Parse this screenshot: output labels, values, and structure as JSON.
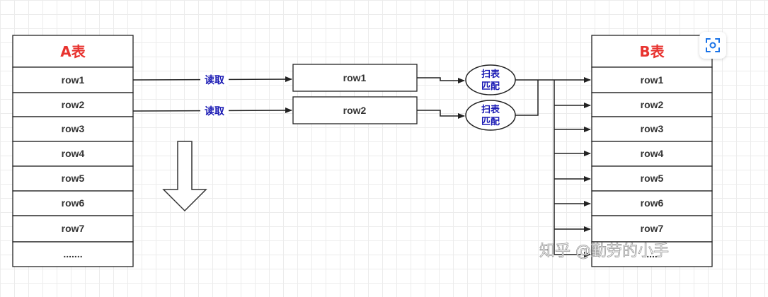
{
  "table_a": {
    "title": "A表",
    "rows": [
      "row1",
      "row2",
      "row3",
      "row4",
      "row5",
      "row6",
      "row7",
      "......."
    ]
  },
  "table_b": {
    "title": "B表",
    "rows": [
      "row1",
      "row2",
      "row3",
      "row4",
      "row5",
      "row6",
      "row7",
      "......"
    ]
  },
  "buffer_rows": [
    "row1",
    "row2"
  ],
  "read_label": "读取",
  "scan_label_line1": "扫表",
  "scan_label_line2": "匹配",
  "watermark": "知乎 @勤劳的小手",
  "icons": {
    "scan_button": "scan-icon",
    "down_arrow": "arrow-down-icon"
  },
  "colors": {
    "title": "#e8332f",
    "label": "#1a1ab4",
    "stroke": "#222222"
  }
}
